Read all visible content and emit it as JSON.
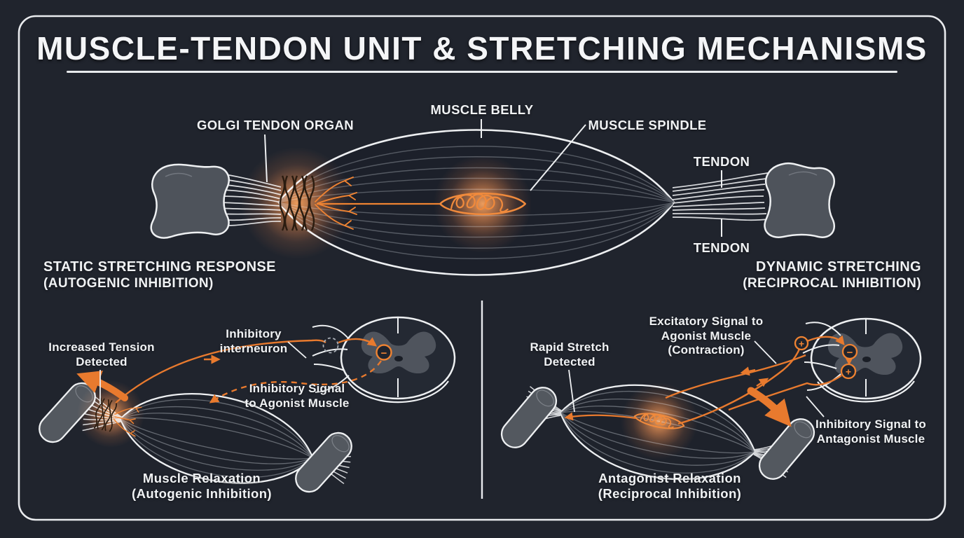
{
  "title": "MUSCLE-TENDON UNIT & STRETCHING MECHANISMS",
  "anatomy_labels": {
    "golgi_tendon_organ": "GOLGI TENDON ORGAN",
    "muscle_belly": "MUSCLE BELLY",
    "muscle_spindle": "MUSCLE SPINDLE",
    "tendon_top": "TENDON",
    "tendon_bottom": "TENDON"
  },
  "static_panel": {
    "heading": "STATIC STRETCHING RESPONSE",
    "subheading": "(AUTOGENIC INHIBITION)",
    "tension": [
      "Increased Tension",
      "Detected"
    ],
    "interneuron": [
      "Inhibitory",
      "interneuron"
    ],
    "inhibitory_signal": [
      "Inhibitory Signal",
      "to Agonist Muscle"
    ],
    "result": [
      "Muscle Relaxation",
      "(Autogenic Inhibition)"
    ],
    "minus_badge": "−"
  },
  "dynamic_panel": {
    "heading": "DYNAMIC STRETCHING",
    "subheading": "(RECIPROCAL INHIBITION)",
    "stretch": [
      "Rapid Stretch",
      "Detected"
    ],
    "excitatory_signal": [
      "Excitatory Signal to",
      "Agonist Muscle",
      "(Contraction)"
    ],
    "inhibitory_signal": [
      "Inhibitory Signal to",
      "Antagonist Muscle"
    ],
    "result": [
      "Antagonist Relaxation",
      "(Reciprocal Inhibition)"
    ],
    "entry_plus_badge": "+",
    "minus_badge": "−",
    "exit_plus_badge": "+"
  },
  "colors": {
    "background": "#20242d",
    "accent_orange": "#E87A2E",
    "text_white": "#F2F3F5",
    "bone_gray": "#4E535B"
  }
}
